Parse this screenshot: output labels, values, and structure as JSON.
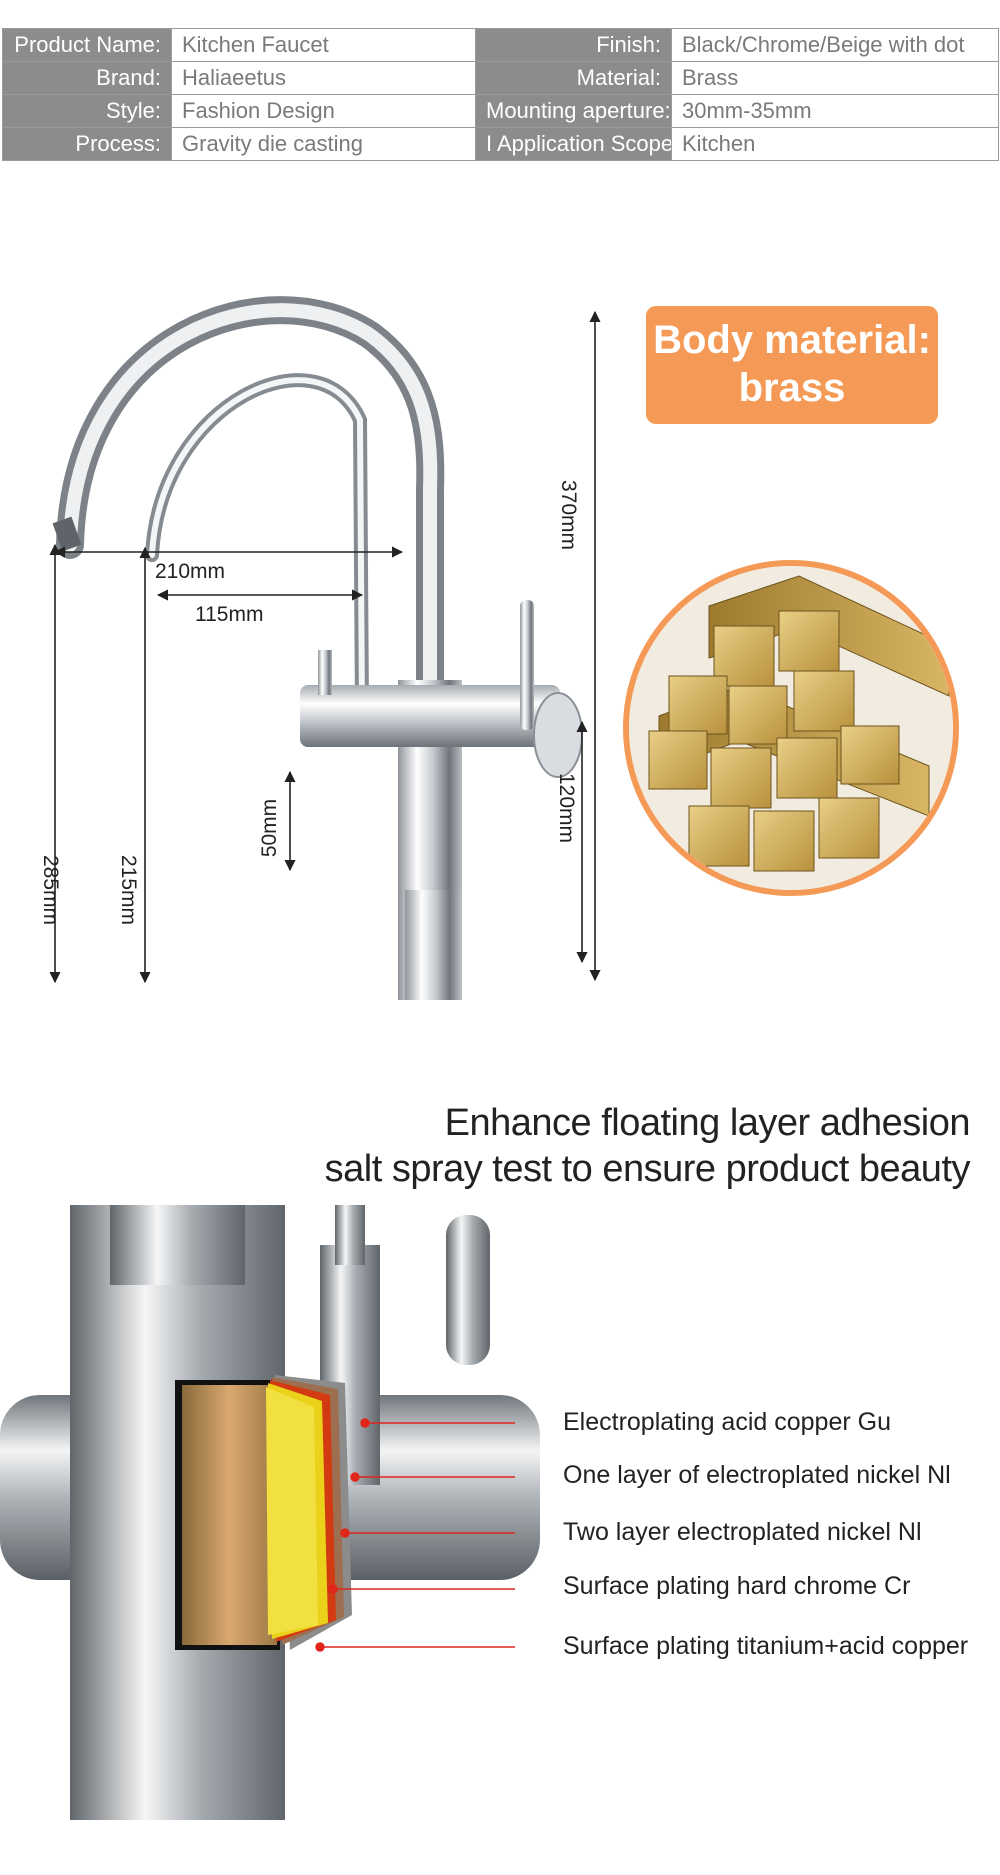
{
  "spec_table": {
    "rows": [
      {
        "label1": "Product Name:",
        "value1": "Kitchen Faucet",
        "label2": "Finish:",
        "value2": "Black/Chrome/Beige with dot"
      },
      {
        "label1": "Brand:",
        "value1": "Haliaeetus",
        "label2": "Material:",
        "value2": "Brass"
      },
      {
        "label1": "Style:",
        "value1": "Fashion Design",
        "label2": "Mounting aperture:",
        "value2": "30mm-35mm"
      },
      {
        "label1": "Process:",
        "value1": "Gravity die casting",
        "label2": "I Application Scope:",
        "value2": "Kitchen"
      }
    ]
  },
  "dimensions": {
    "d210": "210mm",
    "d115": "115mm",
    "d370": "370mm",
    "d120": "120mm",
    "d50": "50mm",
    "d285": "285mm",
    "d215": "215mm"
  },
  "badge": {
    "line1": "Body material:",
    "line2": "brass",
    "color": "#f59a56"
  },
  "headline": {
    "line1": "Enhance floating layer adhesion",
    "line2": "salt spray test to ensure product beauty"
  },
  "layers": [
    "Electroplating acid copper Gu",
    "One layer of electroplated nickel Nl",
    "Two layer electroplated nickel Nl",
    "Surface plating hard chrome Cr",
    "Surface plating titanium+acid copper"
  ],
  "colors": {
    "pointer": "#e0251b",
    "accent": "#f59a56"
  }
}
